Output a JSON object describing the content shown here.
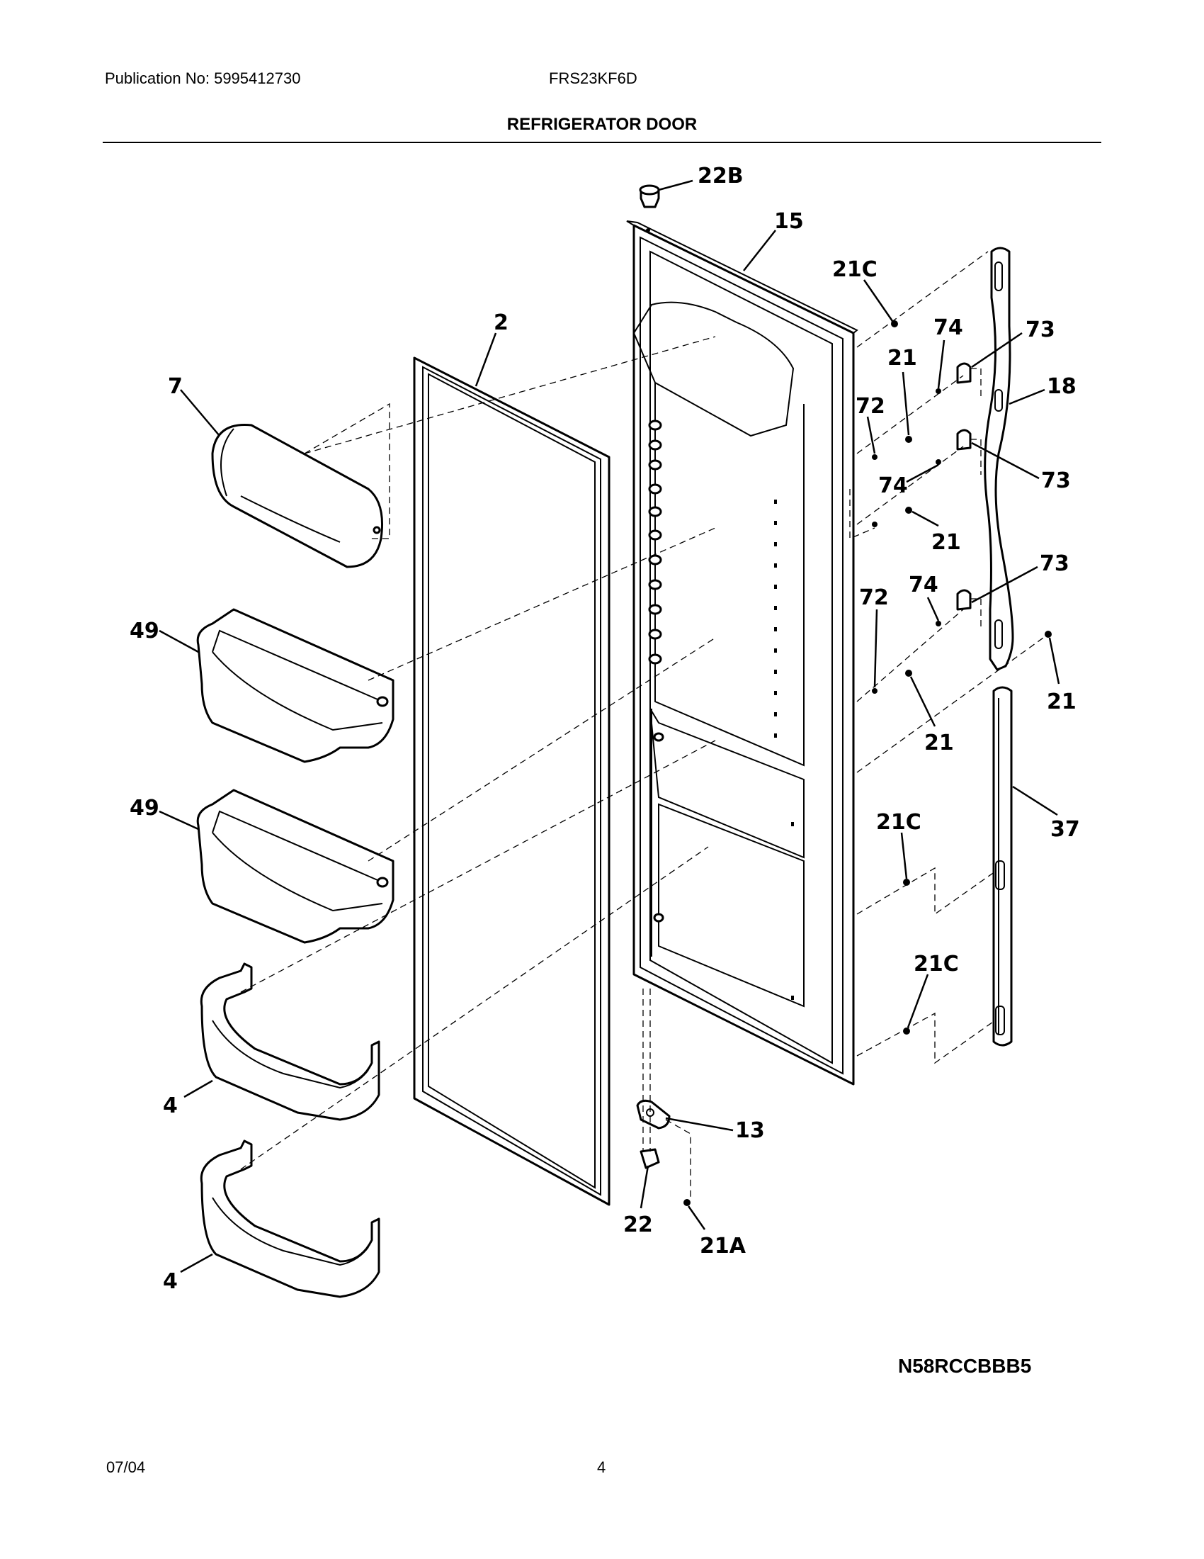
{
  "header": {
    "publication": "Publication No: 5995412730",
    "model": "FRS23KF6D",
    "title": "REFRIGERATOR DOOR"
  },
  "diagram": {
    "callouts": {
      "c22b": "22B",
      "c15": "15",
      "c21c_top": "21C",
      "c2": "2",
      "c74_top": "74",
      "c73_top": "73",
      "c21_a": "21",
      "c18": "18",
      "c7": "7",
      "c72_top": "72",
      "c74_mid": "74",
      "c73_mid": "73",
      "c21_b": "21",
      "c73_low": "73",
      "c74_low": "74",
      "c72_low": "72",
      "c49_top": "49",
      "c21_c": "21",
      "c21_d": "21",
      "c37": "37",
      "c49_low": "49",
      "c21c_mid": "21C",
      "c21c_low": "21C",
      "c4_top": "4",
      "c13": "13",
      "c22": "22",
      "c21a": "21A",
      "c4_low": "4"
    },
    "diagram_code": "N58RCCBBB5"
  },
  "footer": {
    "date": "07/04",
    "page": "4"
  }
}
